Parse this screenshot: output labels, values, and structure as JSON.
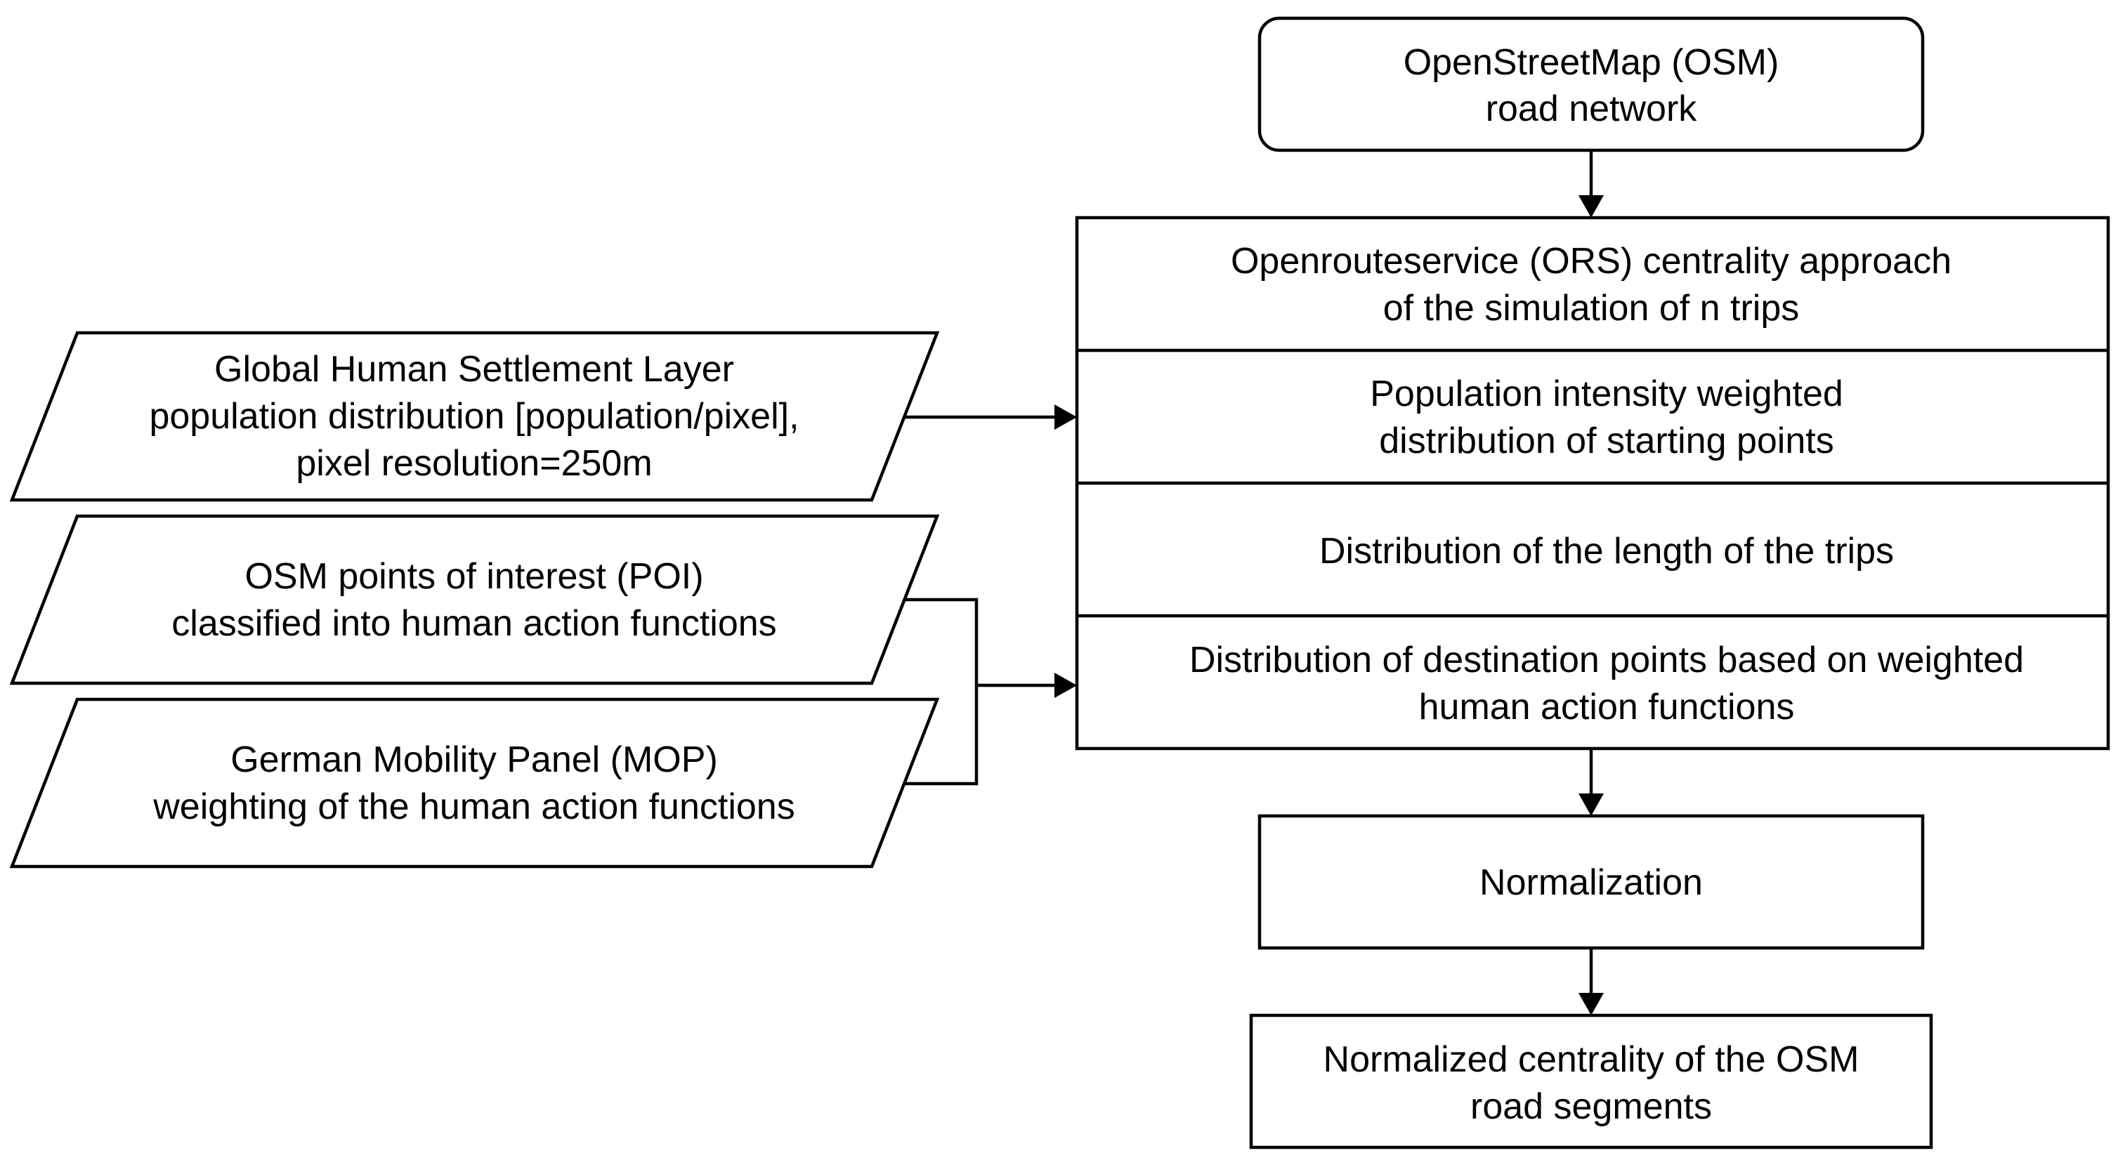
{
  "diagram": {
    "osm_road_network": {
      "line1": "OpenStreetMap (OSM)",
      "line2": "road network"
    },
    "ors_process": {
      "centrality": {
        "line1": "Openrouteservice (ORS) centrality approach",
        "line2": "of the simulation of n trips"
      },
      "population": {
        "line1": "Population intensity weighted",
        "line2": "distribution of starting points"
      },
      "trip_length": {
        "line1": "Distribution of the length of the trips"
      },
      "destination": {
        "line1": "Distribution of destination points based on weighted",
        "line2": "human action functions"
      }
    },
    "ghsl_input": {
      "line1": "Global Human Settlement Layer",
      "line2": "population distribution [population/pixel],",
      "line3": "pixel resolution=250m"
    },
    "poi_input": {
      "line1": "OSM points of interest (POI)",
      "line2": "classified into human action functions"
    },
    "mop_input": {
      "line1": "German Mobility Panel (MOP)",
      "line2": "weighting of the human action functions"
    },
    "normalization": {
      "line1": "Normalization"
    },
    "result": {
      "line1": "Normalized centrality of the OSM",
      "line2": "road segments"
    }
  }
}
